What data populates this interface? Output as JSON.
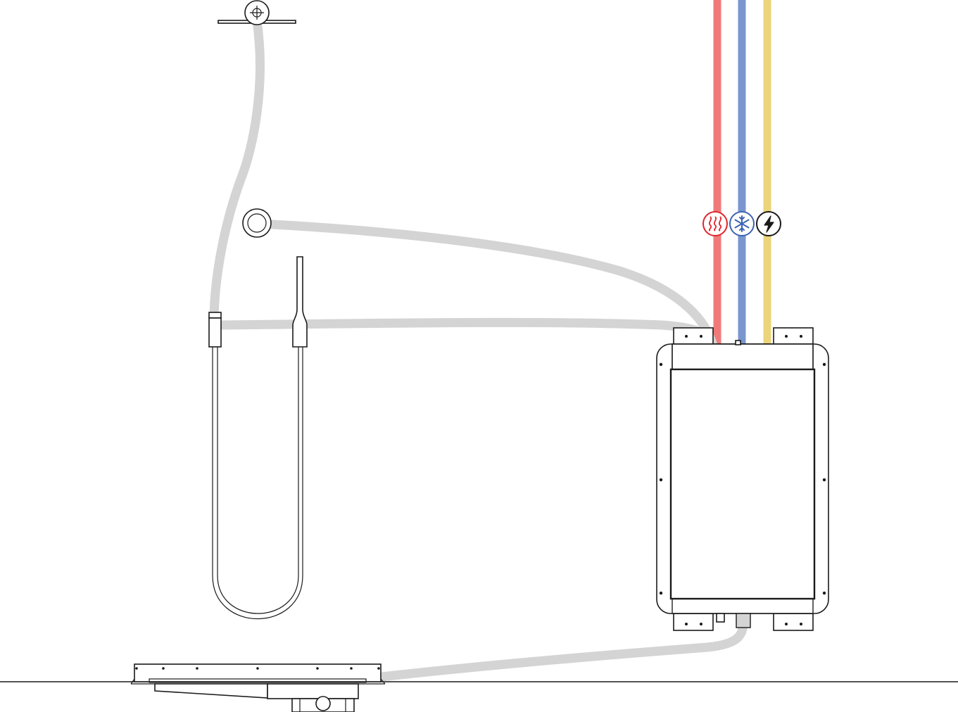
{
  "colors": {
    "background": "#ffffff",
    "connection_pipe": "#d4d4d4",
    "hot_water_line": "#f07a7a",
    "cold_water_line": "#7a96d0",
    "power_line": "#ecd47a",
    "hot_icon": "#e0262c",
    "cold_icon": "#3c64b4",
    "power_icon": "#1a1a1a",
    "outline": "#1a1a1a"
  },
  "icons": {
    "hot": "heat-waves-icon",
    "cold": "snowflake-icon",
    "power": "lightning-bolt-icon"
  },
  "components": {
    "overhead_shower": "rain-shower-head",
    "wall_outlet": "wall-outlet",
    "hand_shower": "hand-shower",
    "hand_shower_connector": "hand-shower-connector",
    "control_unit": "control-unit",
    "floor_drain": "floor-drain"
  }
}
